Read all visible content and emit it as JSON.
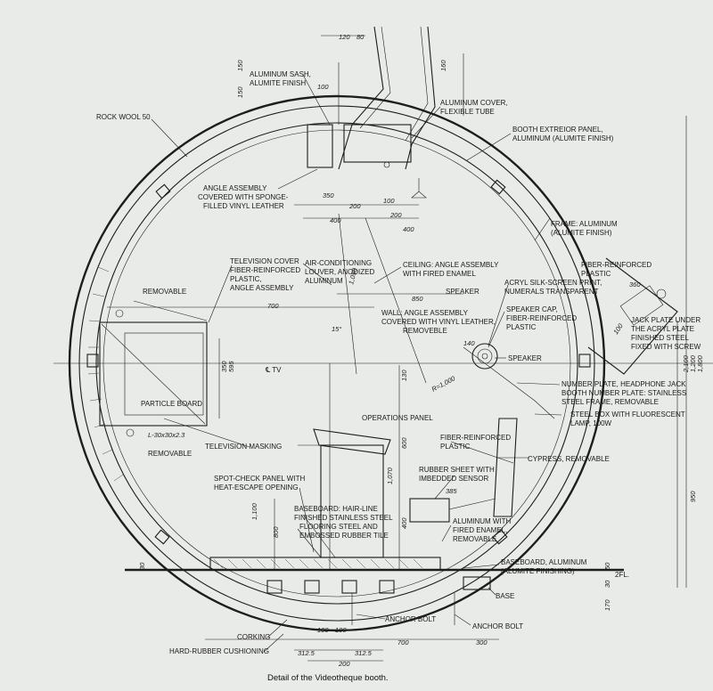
{
  "caption": "Detail of the Videotheque booth.",
  "labels": {
    "aluminum_sash": "ALUMINUM SASH,",
    "alumite_finish": "ALUMITE FINISH",
    "rock_wool": "ROCK WOOL 50",
    "aluminum_cover_1": "ALUMINUM COVER,",
    "aluminum_cover_2": "FLEXIBLE TUBE",
    "booth_panel_1": "BOOTH EXTREIOR PANEL,",
    "booth_panel_2": "ALUMINUM (ALUMITE FINISH)",
    "angle_1": "ANGLE ASSEMBLY",
    "angle_2": "COVERED WITH SPONGE-",
    "angle_3": "FILLED VINYL LEATHER",
    "frame_1": "FRAME: ALUMINUM",
    "frame_2": "(ALUMITE FINISH)",
    "tv_cover_1": "TELEVISION COVER",
    "tv_cover_2": "FIBER-REINFORCED",
    "tv_cover_3": "PLASTIC,",
    "tv_cover_4": "ANGLE ASSEMBLY",
    "aircon_1": "AIR-CONDITIONING",
    "aircon_2": "LOUVER, ANODIZED",
    "aircon_3": "ALUMINUM",
    "ceiling_1": "CEILING: ANGLE ASSEMBLY",
    "ceiling_2": "WITH FIRED ENAMEL",
    "frp_right_1": "FIBER-REINFORCED",
    "frp_right_2": "PLASTIC",
    "acryl_1": "ACRYL SILK-SCREEN PRINT,",
    "acryl_2": "NUMERALS TRANSPARENT",
    "removable_top": "REMOVABLE",
    "speaker_top": "SPEAKER",
    "jack_1": "JACK PLATE UNDER",
    "jack_2": "THE ACRYL PLATE",
    "jack_3": "FINISHED STEEL",
    "jack_4": "FIXED WITH SCREW",
    "wall_1": "WALL: ANGLE ASSEMBLY",
    "wall_2": "COVERED WITH VINYL LEATHER,",
    "wall_3": "REMOVEBLE",
    "speaker_cap_1": "SPEAKER CAP,",
    "speaker_cap_2": "FIBER-REINFORCED",
    "speaker_cap_3": "PLASTIC",
    "speaker_right": "SPEAKER",
    "ctv": "℄ TV",
    "number_1": "NUMBER PLATE, HEADPHONE JACK",
    "number_2": "BOOTH NUMBER PLATE: STAINLESS",
    "number_3": "STEEL FRAME, REMOVABLE",
    "particle": "PARTICLE BOARD",
    "angle_dim": "L-30x30x2.3",
    "removable_bottom": "REMOVABLE",
    "steelbox_1": "STEEL BOX WITH FLUORESCENT",
    "steelbox_2": "LAMP, 100W",
    "ops": "OPERATIONS PANEL",
    "tv_mask": "TELEVISION MASKING",
    "frp_mid_1": "FIBER-REINFORCED",
    "frp_mid_2": "PLASTIC",
    "cypress": "CYPRESS, REMOVABLE",
    "spot_1": "SPOT-CHECK PANEL WITH",
    "spot_2": "HEAT-ESCAPE OPENING",
    "rubber_1": "RUBBER SHEET WITH",
    "rubber_2": "IMBEDDED SENSOR",
    "baseboard_1": "BASEBOARD: HAIR-LINE",
    "baseboard_2": "FINISHED STAINLESS STEEL",
    "flooring_1": "FLOORING STEEL AND",
    "flooring_2": "EMBOSSED RUBBER TILE",
    "alum_enamel_1": "ALUMINUM WITH",
    "alum_enamel_2": "FIRED ENAMEL,",
    "alum_enamel_3": "REMOVABLE",
    "baseboard_alum_1": "BASEBOARD, ALUMINUM",
    "baseboard_alum_2": "(ALUMITE FINISHING)",
    "floor_level": "2FL.",
    "base": "BASE",
    "anchor_1": "ANCHOR BOLT",
    "anchor_2": "ANCHOR BOLT",
    "corking": "CORKING",
    "hard_rubber": "HARD-RUBBER CUSHIONING"
  },
  "dimensions": {
    "d120": "120",
    "d80": "80",
    "d150a": "150",
    "d150b": "150",
    "d100a": "100",
    "d160": "160",
    "d350": "350",
    "d200": "200",
    "d100b": "100",
    "d400a": "400",
    "d200b": "200",
    "d400b": "400",
    "d700": "700",
    "d850": "850",
    "d1050": "1,050",
    "d15": "15°",
    "d350b": "350",
    "d595": "595",
    "d130": "130",
    "d600": "600",
    "d1070": "1,070",
    "d400c": "400",
    "d1100": "1,100",
    "d800": "800",
    "d385": "385",
    "dR": "R=1,000",
    "d140": "140",
    "d700b": "700",
    "d300": "300",
    "d100c": "100",
    "d100d": "100",
    "d3125a": "312.5",
    "d3125b": "312.5",
    "d200c": "200",
    "d30a": "30",
    "d50": "50",
    "d30b": "30",
    "d170": "170",
    "d950": "950",
    "d2100": "2,100",
    "d1200": "1,200",
    "d1800": "1,800",
    "d360": "360",
    "d100e": "100"
  }
}
